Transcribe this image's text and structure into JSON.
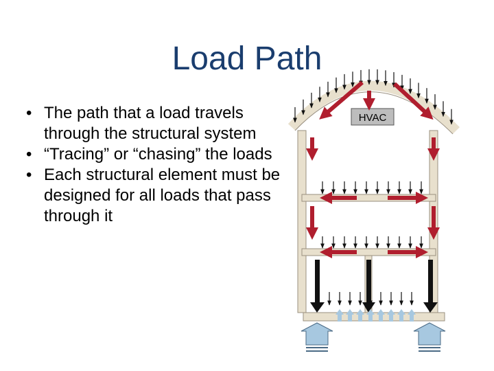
{
  "title": "Load Path",
  "bullets": [
    "The path that a load travels through the structural system",
    "“Tracing” or “chasing” the loads",
    "Each structural element must be designed for all loads that pass through it"
  ],
  "diagram": {
    "hvac_label": "HVAC",
    "colors": {
      "structure_fill": "#e8e0cd",
      "structure_stroke": "#9a9080",
      "load_arrow": "#b01e2e",
      "reaction_arrow": "#a7c8e0",
      "column_black": "#111111"
    }
  }
}
